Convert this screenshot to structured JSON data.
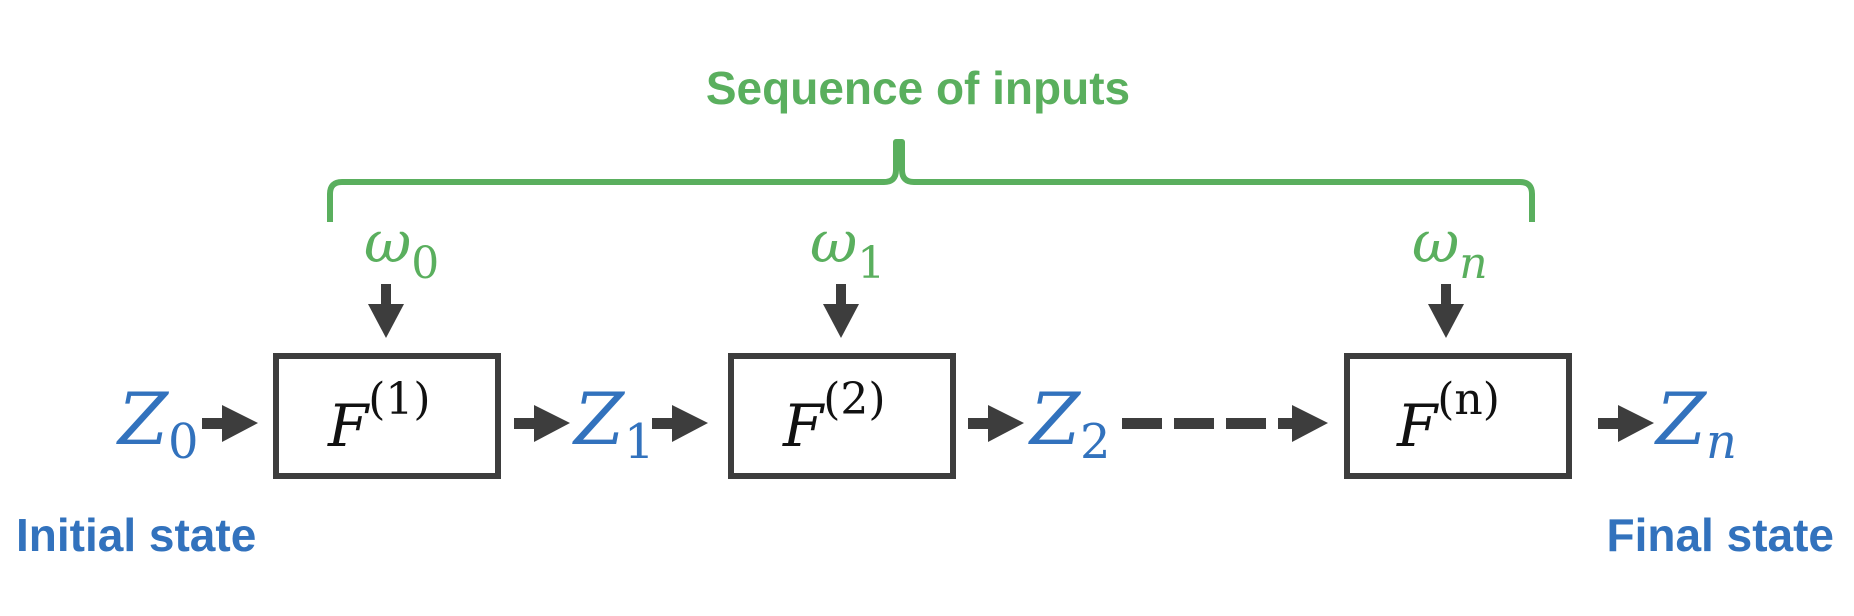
{
  "title": "Sequence of  inputs",
  "colors": {
    "green": "#5aaf5e",
    "blue": "#3272bd",
    "dark": "#3d3d3d",
    "black": "#111111"
  },
  "inputs": [
    {
      "symbol": "ω",
      "sub": "0"
    },
    {
      "symbol": "ω",
      "sub": "1"
    },
    {
      "symbol": "ω",
      "sub": "n"
    }
  ],
  "blocks": [
    {
      "symbol": "F",
      "sup": "(1)"
    },
    {
      "symbol": "F",
      "sup": "(2)"
    },
    {
      "symbol": "F",
      "sup": "(n)"
    }
  ],
  "states": [
    {
      "symbol": "Z",
      "sub": "0"
    },
    {
      "symbol": "Z",
      "sub": "1"
    },
    {
      "symbol": "Z",
      "sub": "2"
    },
    {
      "symbol": "Z",
      "sub": "n"
    }
  ],
  "labels": {
    "initial": "Initial state",
    "final": "Final state"
  }
}
